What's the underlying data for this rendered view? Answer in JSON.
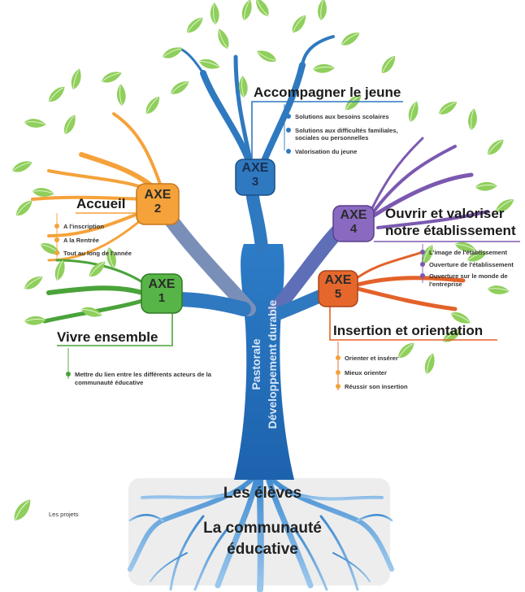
{
  "axes": [
    {
      "word": "AXE",
      "number": "1",
      "title": "Vivre ensemble",
      "color": "#4aa33a",
      "items": [
        "Mettre du lien entre les différents acteurs de la communauté éducative"
      ]
    },
    {
      "word": "AXE",
      "number": "2",
      "title": "Accueil",
      "color": "#f5a23a",
      "items": [
        "A l'inscription",
        "A la Rentrée",
        "Tout au long de l'année"
      ]
    },
    {
      "word": "AXE",
      "number": "3",
      "title": "Accompagner le jeune",
      "color": "#2f79c0",
      "items": [
        "Solutions aux besoins scolaires",
        "Solutions aux difficultés familiales, sociales ou personnelles",
        "Valorisation du jeune"
      ]
    },
    {
      "word": "AXE",
      "number": "4",
      "title": "Ouvrir et valoriser notre établissement",
      "color": "#7b59b0",
      "items": [
        "L'image de l'établissement",
        "Ouverture de l'établissement",
        "Ouverture sur le monde de l'entreprise"
      ]
    },
    {
      "word": "AXE",
      "number": "5",
      "title": "Insertion et orientation",
      "color": "#e3622a",
      "items": [
        "Orienter et insérer",
        "Mieux orienter",
        "Réussir son insertion"
      ]
    }
  ],
  "trunk": {
    "line1": "Pastorale",
    "line2": "Développement durable"
  },
  "base": {
    "line1": "Les élèves",
    "line2": "La communauté éducative"
  },
  "legend": {
    "label": "Les projets",
    "icon": "leaf-icon"
  }
}
